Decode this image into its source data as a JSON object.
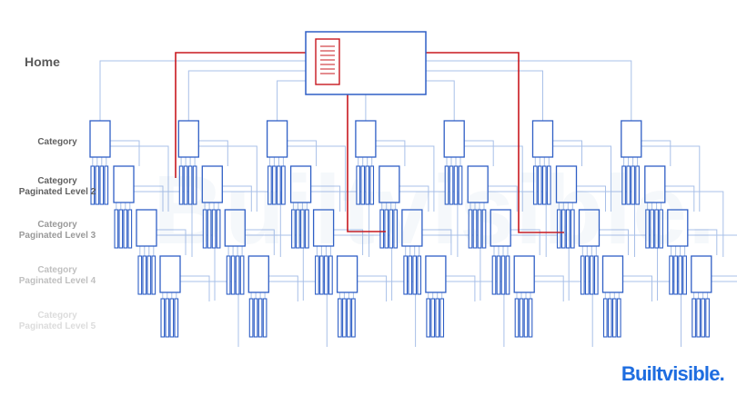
{
  "labels": {
    "home": "Home",
    "levels": [
      {
        "text": "Category",
        "color": "#616161"
      },
      {
        "text": "Category\nPaginated Level 2",
        "color": "#616161"
      },
      {
        "text": "Category\nPaginated Level 3",
        "color": "#9a9a9a"
      },
      {
        "text": "Category\nPaginated Level 4",
        "color": "#c0c0c0"
      },
      {
        "text": "Category\nPaginated Level 5",
        "color": "#dcdcdc"
      }
    ]
  },
  "watermark": "Builtvisible.",
  "logo": "Builtvisible.",
  "colors": {
    "box": "#2f5fc5",
    "connector": "#a9c0e8",
    "highlight_path": "#c8181f",
    "logo": "#1e6de0"
  },
  "structure": {
    "category_count": 7,
    "pagination_levels": 5,
    "product_bars_per_page": 4
  }
}
